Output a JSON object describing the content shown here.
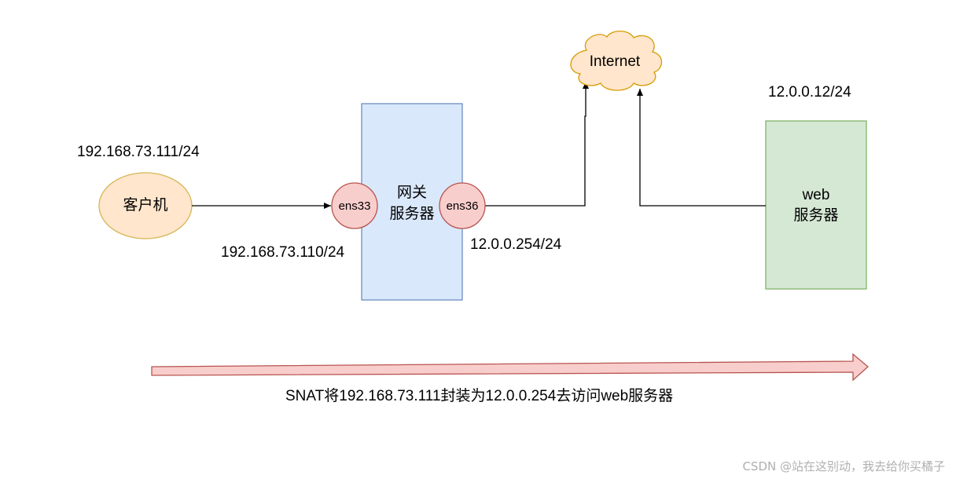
{
  "nodes": {
    "client": "客户机",
    "ens33": "ens33",
    "gateway_line1": "网关",
    "gateway_line2": "服务器",
    "ens36": "ens36",
    "internet": "Internet",
    "web_line1": "web",
    "web_line2": "服务器"
  },
  "ips": {
    "client_ip": "192.168.73.111/24",
    "ens33_ip": "192.168.73.110/24",
    "ens36_ip": "12.0.0.254/24",
    "web_ip": "12.0.0.12/24"
  },
  "caption": "SNAT将192.168.73.111封装为12.0.0.254去访问web服务器",
  "watermark": "CSDN @站在这别动，我去给你买橘子",
  "colors": {
    "client_fill": "#ffe6cc",
    "client_stroke": "#d6b656",
    "gateway_fill": "#dae8fc",
    "gateway_stroke": "#6c8ebf",
    "nic_fill": "#f8cecc",
    "nic_stroke": "#b85450",
    "web_fill": "#d5e8d4",
    "web_stroke": "#82b366",
    "cloud_fill": "#ffe6cc",
    "cloud_stroke": "#d79b00",
    "arrow_fill": "#f8cecc",
    "arrow_stroke": "#b85450"
  }
}
